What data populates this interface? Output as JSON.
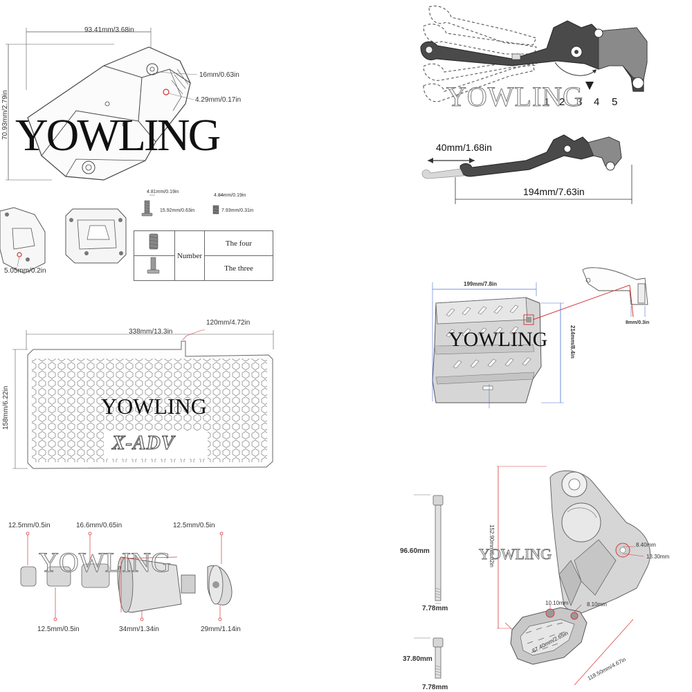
{
  "watermark": "YOWLING",
  "colors": {
    "line": "#333333",
    "dim_red": "#d33a3a",
    "dim_blue": "#4a6fd6",
    "part": "#888888",
    "part_light": "#cfcfcf",
    "lever_dark": "#3a3a3a"
  },
  "side_stand": {
    "width": "93.41mm/3.68in",
    "height": "70.93mm/2.79in",
    "hole_a": "16mm/0.63in",
    "hole_b": "4.29mm/0.17in",
    "foot_hole": "5.05mm/0.2in",
    "screw1_diameter": "4.81mm/0.19in",
    "screw1_length": "15.92mm/0.63in",
    "screw2_diameter": "4.84mm/0.19in",
    "screw2_length": "7.93mm/0.31in",
    "table": {
      "number_label": "Number",
      "rows": [
        "The four",
        "The three"
      ]
    }
  },
  "lever": {
    "positions": [
      "1",
      "2",
      "3",
      "4",
      "5"
    ],
    "fold": "40mm/1.68in",
    "length": "194mm/7.63in"
  },
  "skid_plate": {
    "width": "199mm/7.8in",
    "height": "214mm/8.4in",
    "hole": "8mm/0.3in"
  },
  "radiator_guard": {
    "width": "338mm/13.3in",
    "tab": "120mm/4.72in",
    "height": "158mm/6.22in",
    "logo": "X-ADV"
  },
  "frame_slider": {
    "top_left": "12.5mm/0.5in",
    "top_mid": "16.6mm/0.65in",
    "top_right": "12.5mm/0.5in",
    "bot_left": "12.5mm/0.5in",
    "bot_mid": "34mm/1.34in",
    "bot_right": "29mm/1.14in"
  },
  "bolts": {
    "long_length": "96.60mm",
    "long_dia": "7.78mm",
    "short_length": "37.80mm",
    "short_dia": "7.78mm"
  },
  "footpeg": {
    "height": "152.90mm/6.02in",
    "hole_a": "8.40mm",
    "hole_b": "13.30mm",
    "peg_a": "10.10mm",
    "peg_b": "8.10mm",
    "peg_width": "67.40mm/2.65in",
    "base": "118.50mm/4.67in"
  }
}
